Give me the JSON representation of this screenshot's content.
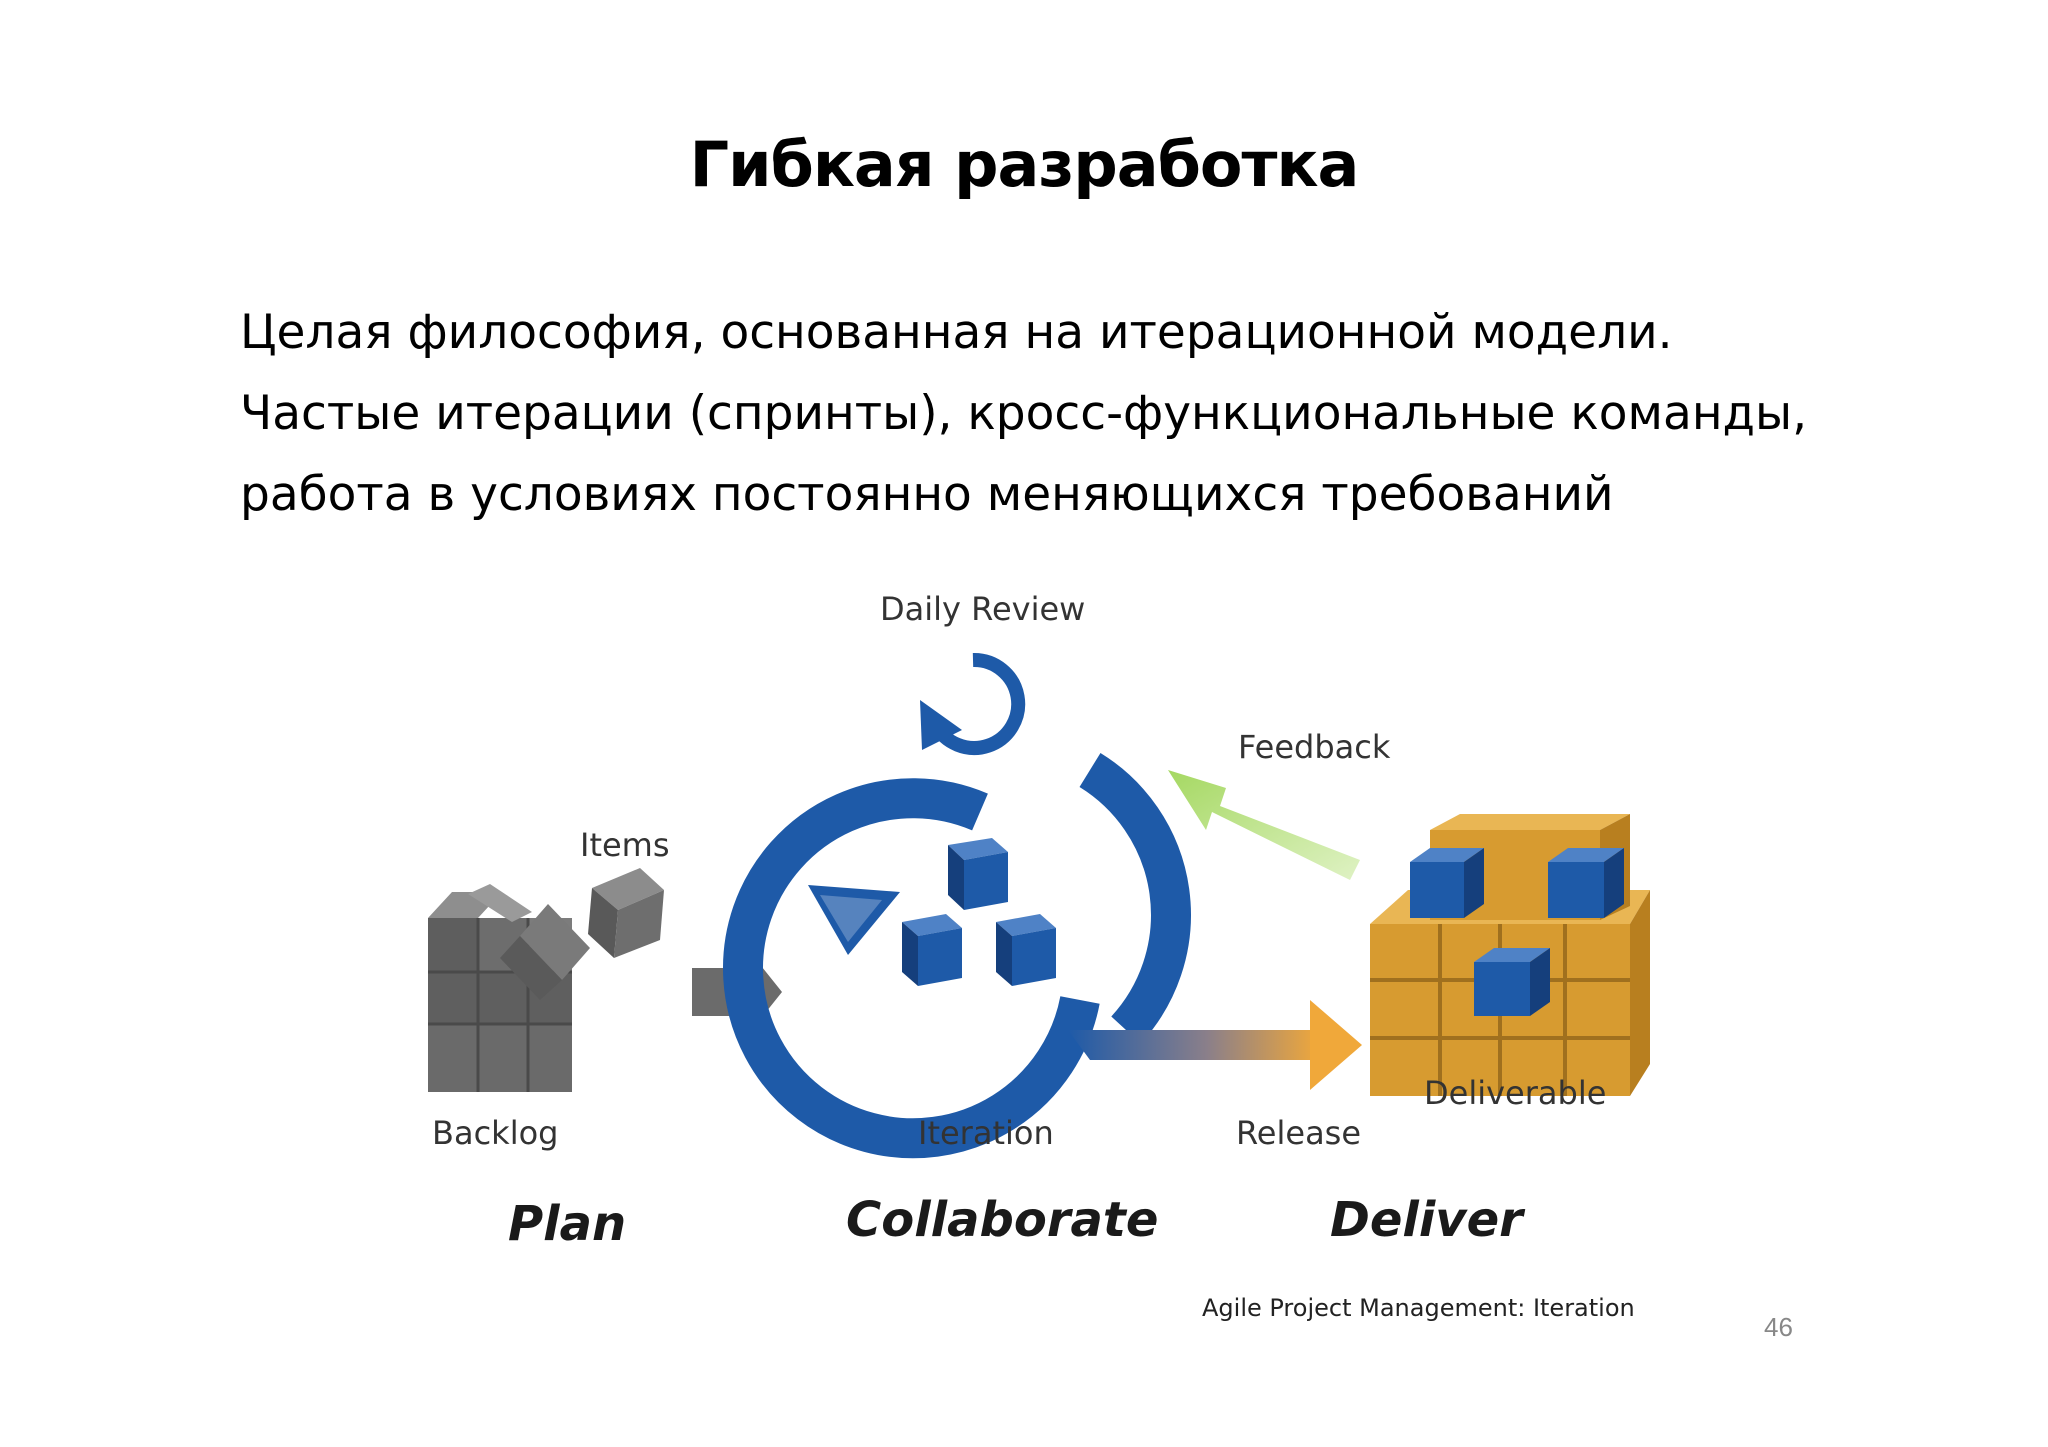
{
  "slide": {
    "title": "Гибкая разработка",
    "lines": [
      "Целая философия, основанная на итерационной модели.",
      "Частые итерации (спринты), кросс-функциональные команды,",
      "работа в условиях постоянно меняющихся требований"
    ],
    "page_number": "46"
  },
  "diagram": {
    "labels": {
      "daily_review": "Daily Review",
      "feedback": "Feedback",
      "items": "Items",
      "backlog": "Backlog",
      "iteration": "Iteration",
      "release": "Release",
      "deliverable": "Deliverable"
    },
    "phases": {
      "plan": "Plan",
      "collaborate": "Collaborate",
      "deliver": "Deliver"
    },
    "source": "Agile Project Management: Iteration",
    "colors": {
      "blue": "#1e5aa8",
      "gray": "#6b6b6b",
      "orange": "#e8a53a",
      "green": "#b6de7a"
    }
  }
}
